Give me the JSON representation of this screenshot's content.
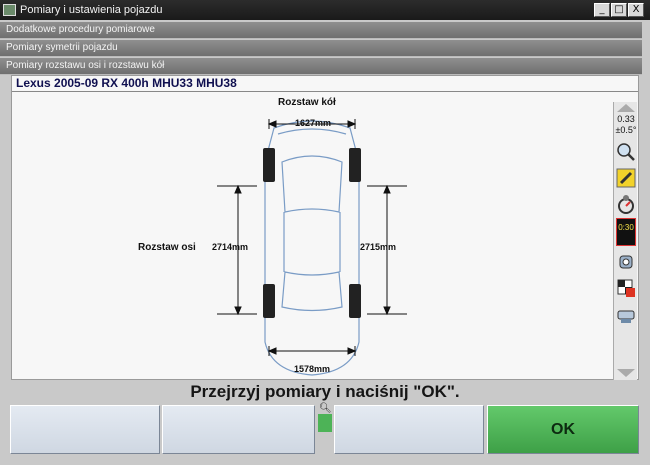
{
  "window": {
    "title": "Pomiary i ustawienia pojazdu",
    "controls": [
      "_",
      "□",
      "X"
    ]
  },
  "breadcrumbs": [
    "Dodatkowe procedury pomiarowe",
    "Pomiary symetrii pojazdu",
    "Pomiary rozstawu osi i rozstawu kół"
  ],
  "vehicle": "Lexus 2005-09 RX 400h MHU33 MHU38",
  "diagram": {
    "track_title": "Rozstaw kół",
    "front_track": "1627mm",
    "rear_track": "1578mm",
    "wheelbase_title": "Rozstaw osi",
    "wheelbase_left": "2714mm",
    "wheelbase_right": "2715mm"
  },
  "sidebar": {
    "tolerance_top": "0.33",
    "tolerance_bottom": "±0.5°",
    "timer_label": "0:30",
    "tools": [
      "magnifier-icon",
      "wrench-icon",
      "tire-gauge-icon",
      "timer-icon",
      "alignment-head-icon",
      "flag-icon",
      "lift-icon"
    ]
  },
  "prompt": "Przejrzyj pomiary i naciśnij \"OK\".",
  "buttons": {
    "ok_label": "OK"
  },
  "colors": {
    "titlebar": "#1a1a1a",
    "ok_button": "#3ea047",
    "soft_button": "#d9e0ea",
    "car_outline": "#7a9cc6"
  }
}
